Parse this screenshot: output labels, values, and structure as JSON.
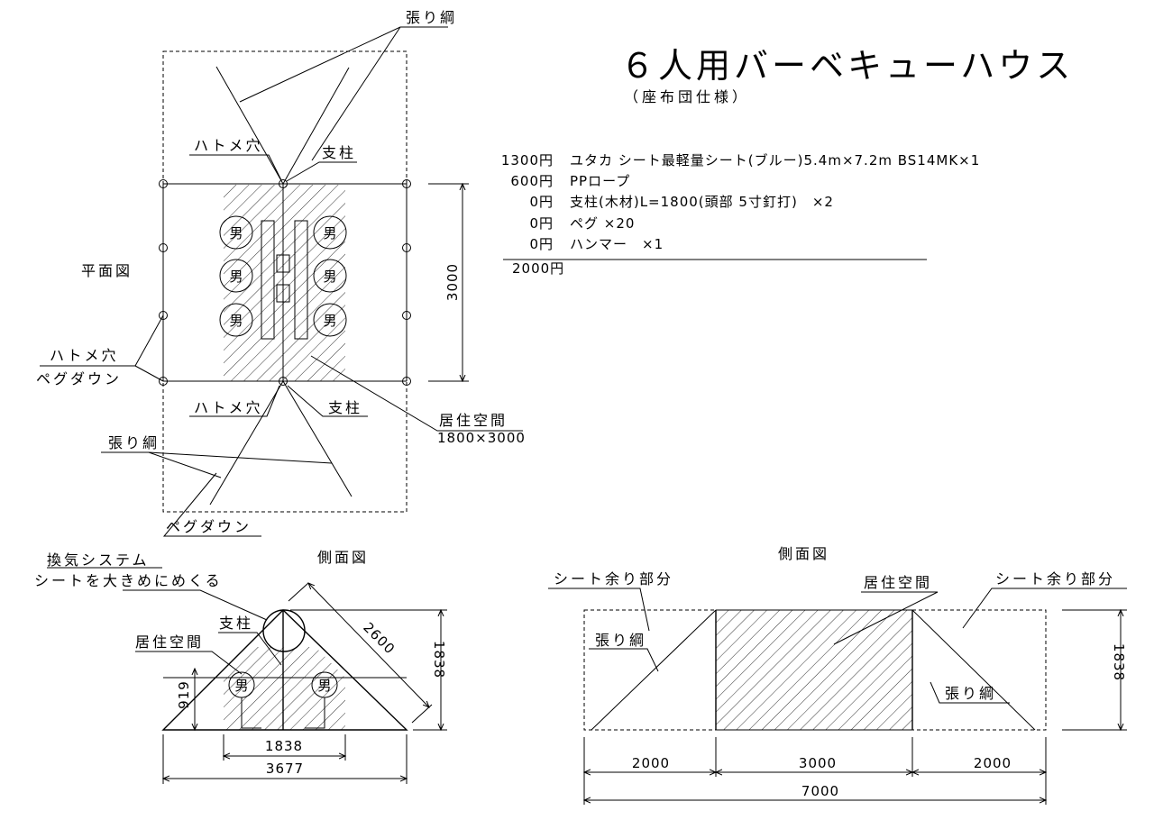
{
  "title": "６人用バーベキューハウス",
  "subtitle": "（座布団仕様）",
  "materials": [
    {
      "price": "1300円",
      "item": "ユタカ シート最軽量シート(ブルー)5.4m×7.2m BS14MK×1"
    },
    {
      "price": "600円",
      "item": "PPロープ"
    },
    {
      "price": "0円",
      "item": "支柱(木材)L=1800(頭部 5寸釘打)　×2"
    },
    {
      "price": "0円",
      "item": "ペグ ×20"
    },
    {
      "price": "0円",
      "item": "ハンマー　×1"
    }
  ],
  "total": "2000円",
  "plan": {
    "view_label": "平面図",
    "guy_rope_top": "張り綱",
    "grommet_top": "ハトメ穴",
    "pole_top": "支柱",
    "grommet_side_1": "ハトメ穴",
    "grommet_side_2": "ペグダウン",
    "grommet_bottom": "ハトメ穴",
    "pole_bottom": "支柱",
    "living_space": "居住空間",
    "living_space_size": "1800×3000",
    "guy_rope_bottom": "張り綱",
    "peg_down_bottom": "ペグダウン",
    "dim_3000": "3000",
    "person": "男"
  },
  "side_left": {
    "view_label": "側面図",
    "vent_1": "換気システム",
    "vent_2": "シートを大きめにめくる",
    "pole": "支柱",
    "living_space": "居住空間",
    "dim_2600": "2600",
    "dim_1838_v": "1838",
    "dim_919": "919",
    "dim_1838_h": "1838",
    "dim_3677": "3677",
    "person": "男"
  },
  "side_right": {
    "view_label": "側面図",
    "excess_left": "シート余り部分",
    "excess_right": "シート余り部分",
    "living_space": "居住空間",
    "guy_rope_left": "張り綱",
    "guy_rope_right": "張り綱",
    "dim_1838": "1838",
    "dim_2000_left": "2000",
    "dim_3000": "3000",
    "dim_2000_right": "2000",
    "dim_7000": "7000"
  }
}
